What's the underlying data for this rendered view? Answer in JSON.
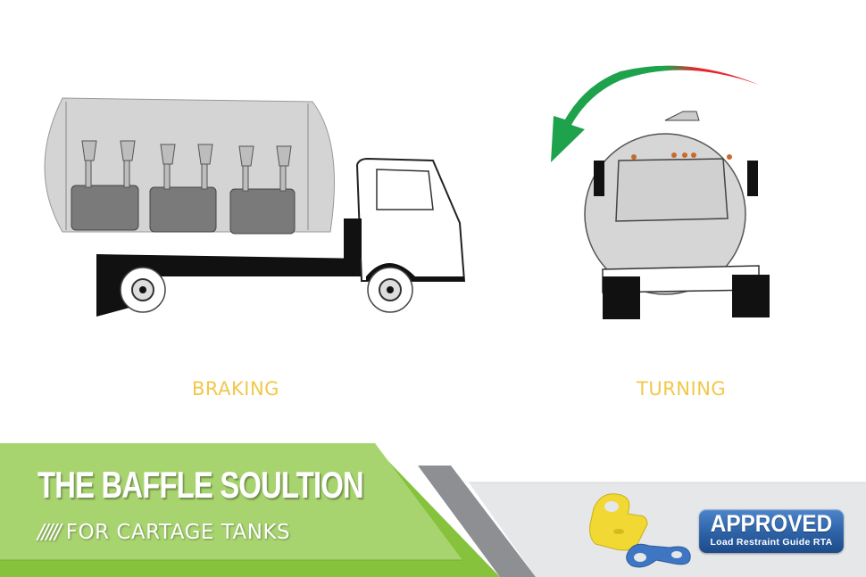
{
  "illustrations": {
    "braking": {
      "caption": "BRAKING",
      "icon": "truck-side-view-with-baffles"
    },
    "turning": {
      "caption": "TURNING",
      "icon": "tanker-rear-view-with-rotation-arrow"
    }
  },
  "banner": {
    "title": "THE BAFFLE SOULTION",
    "slashes": "/////",
    "subtitle": "FOR CARTAGE TANKS"
  },
  "badge": {
    "title": "APPROVED",
    "subtitle": "Load Restraint Guide RTA"
  },
  "colors": {
    "caption": "#f0c84a",
    "banner_light_green": "#a8d46f",
    "banner_green": "#86c23c",
    "banner_gray": "#8e8f93",
    "panel_gray": "#e6e7e9",
    "badge_blue": "#2f64a9",
    "arrow_green": "#1ea24b",
    "arrow_red": "#e8262c"
  }
}
